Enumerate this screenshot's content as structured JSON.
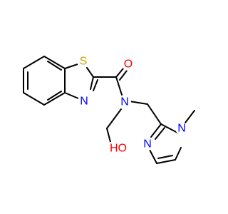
{
  "colors": {
    "sulfur": "#c8a000",
    "oxygen": "#ff0000",
    "nitrogen": "#0000ff",
    "bond": "#000000"
  },
  "atoms": {
    "S": "S",
    "O_carbonyl": "O",
    "N_thiazole": "N",
    "N_amide": "N",
    "OH": "HO",
    "N_imidazole_ring": "N",
    "N_imidazole_methyl": "N"
  }
}
